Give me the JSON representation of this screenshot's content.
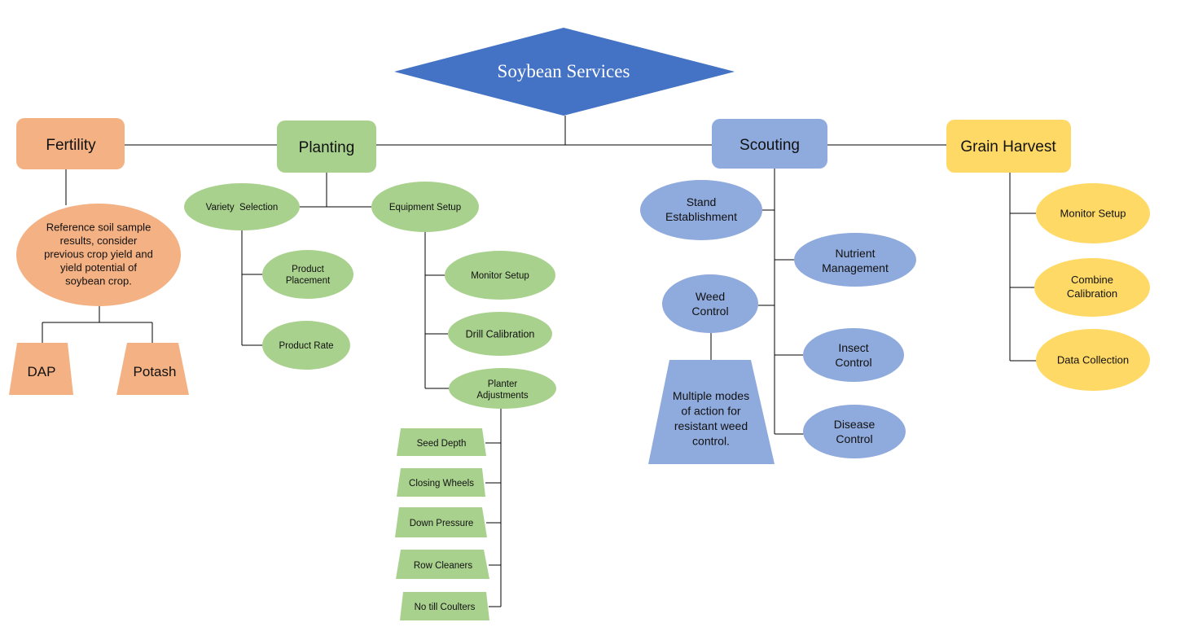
{
  "title": "Soybean Services",
  "colors": {
    "root": "#4472c4",
    "fertility": "#f4b183",
    "planting": "#a9d18e",
    "scouting": "#8faadc",
    "harvest": "#ffd966",
    "line": "#000000"
  },
  "fertility": {
    "label": "Fertility",
    "note": [
      "Reference soil sample",
      "results, consider",
      "previous crop yield and",
      "yield potential of",
      "soybean crop."
    ],
    "products": [
      "DAP",
      "Potash"
    ]
  },
  "planting": {
    "label": "Planting",
    "variety": {
      "label": "Variety  Selection",
      "children": [
        [
          "Product",
          "Placement"
        ],
        [
          "Product Rate"
        ]
      ]
    },
    "equipment": {
      "label": "Equipment Setup",
      "children": [
        [
          "Monitor Setup"
        ],
        [
          "Drill Calibration"
        ],
        [
          "Planter",
          "Adjustments"
        ]
      ]
    },
    "adjustments": [
      "Seed Depth",
      "Closing Wheels",
      "Down Pressure",
      "Row Cleaners",
      "No till Coulters"
    ]
  },
  "scouting": {
    "label": "Scouting",
    "items": [
      [
        "Stand",
        "Establishment"
      ],
      [
        "Nutrient",
        "Management"
      ],
      [
        "Weed",
        "Control"
      ],
      [
        "Insect",
        "Control"
      ],
      [
        "Disease",
        "Control"
      ]
    ],
    "weed_note": [
      "Multiple modes",
      "of action for",
      "resistant weed",
      "control."
    ]
  },
  "harvest": {
    "label": "Grain Harvest",
    "items": [
      [
        "Monitor Setup"
      ],
      [
        "Combine",
        "Calibration"
      ],
      [
        "Data Collection"
      ]
    ]
  }
}
